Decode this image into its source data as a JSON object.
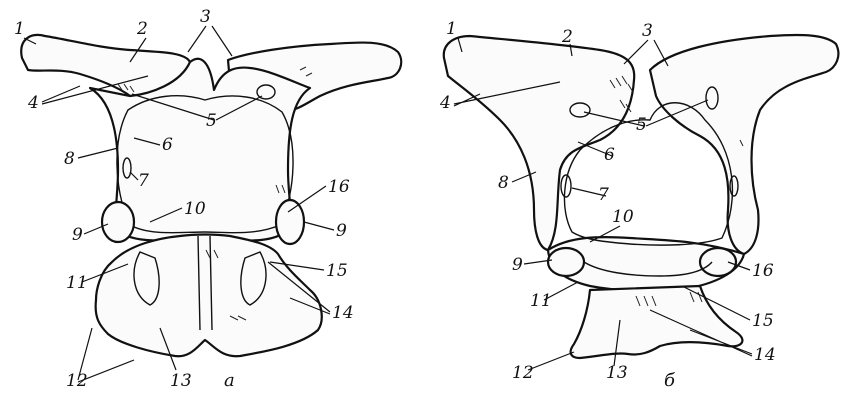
{
  "figure": {
    "panels": [
      {
        "id": "a",
        "caption": "а",
        "labels": [
          "1",
          "2",
          "3",
          "4",
          "5",
          "6",
          "7",
          "8",
          "9",
          "10",
          "11",
          "12",
          "13",
          "14",
          "15",
          "16",
          "9"
        ]
      },
      {
        "id": "b",
        "caption": "б",
        "labels": [
          "1",
          "2",
          "3",
          "4",
          "5",
          "6",
          "7",
          "8",
          "9",
          "10",
          "11",
          "12",
          "13",
          "14",
          "15",
          "16"
        ]
      }
    ]
  }
}
